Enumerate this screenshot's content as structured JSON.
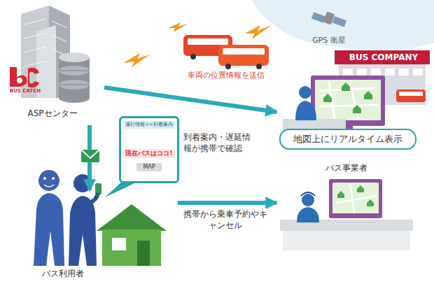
{
  "diagram": {
    "nodes": [
      {
        "text": [
          "ASPセンター"
        ]
      },
      {
        "text": [
          "車両の位置情報を送信"
        ]
      },
      {
        "text": [
          "GPS 衛星"
        ]
      },
      {
        "text": [
          "BUS COMPANY",
          "地図上にリアルタイム表示",
          "バス事業者"
        ]
      },
      {
        "text": [
          "運行情報>>到着案内",
          "現在バスはココ!",
          "MAP"
        ]
      },
      {
        "text": [
          "バス利用者"
        ]
      }
    ],
    "edges": [
      {
        "from": 0,
        "to": 3,
        "arrow": "to"
      },
      {
        "from": 0,
        "to": 5,
        "arrow": "to"
      },
      {
        "from": 5,
        "to": 3,
        "label": "携帯から乗車予約やキャンセル",
        "arrow": "to"
      }
    ],
    "labels": [
      "BUS CATCH",
      "到着案内・遅延情報が携帯で確認"
    ]
  }
}
